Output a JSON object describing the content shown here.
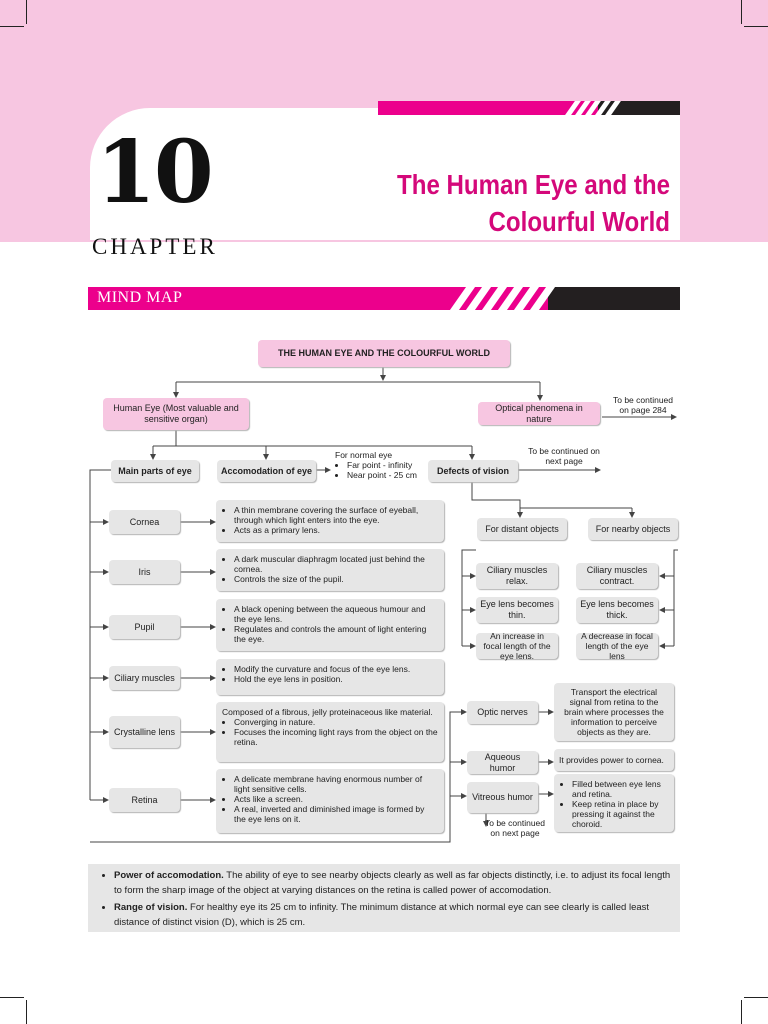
{
  "chapter": {
    "number": "10",
    "word": "CHAPTER",
    "title_line1": "The Human Eye and the",
    "title_line2": "Colourful World"
  },
  "section_label": "MIND MAP",
  "root": "THE HUMAN EYE AND THE COLOURFUL WORLD",
  "human_eye": "Human Eye (Most valuable and sensitive organ)",
  "optical": "Optical phenomena in nature",
  "cont_284": "To be continued on page 284",
  "main_parts": "Main parts of eye",
  "accomodation": "Accomodation of eye",
  "normal_eye": {
    "heading": "For normal eye",
    "points": [
      "Far point - infinity",
      "Near point - 25 cm"
    ]
  },
  "defects": "Defects of vision",
  "cont_next": "To be continued on next page",
  "parts": [
    {
      "name": "Cornea",
      "points": [
        "A thin membrane covering the surface of eyeball, through which light enters into the eye.",
        "Acts as a primary lens."
      ]
    },
    {
      "name": "Iris",
      "points": [
        "A dark muscular diaphragm located just behind the cornea.",
        "Controls the size of the pupil."
      ]
    },
    {
      "name": "Pupil",
      "points": [
        "A black opening between the aqueous humour and the eye lens.",
        "Regulates and controls the amount of light entering the eye."
      ]
    },
    {
      "name": "Ciliary muscles",
      "points": [
        "Modify the curvature and focus of the eye lens.",
        "Hold the eye lens in position."
      ]
    },
    {
      "name": "Crystalline lens",
      "intro": "Composed of a fibrous, jelly proteinaceous like material.",
      "points": [
        "Converging in nature.",
        "Focuses the incoming light rays from the object on the retina."
      ]
    },
    {
      "name": "Retina",
      "points": [
        "A delicate membrane having enormous number of light sensitive cells.",
        "Acts like a screen.",
        "A real, inverted and diminished image is formed by the eye lens on it."
      ]
    }
  ],
  "distant": {
    "heading": "For distant objects",
    "items": [
      "Ciliary muscles relax.",
      "Eye lens becomes thin.",
      "An increase in focal length of the eye lens."
    ]
  },
  "nearby": {
    "heading": "For nearby objects",
    "items": [
      "Ciliary muscles contract.",
      "Eye lens becomes thick.",
      "A decrease in focal length of the eye lens"
    ]
  },
  "optic_nerves": {
    "name": "Optic nerves",
    "desc": "Transport the electrical signal from retina to the brain where processes the information to perceive objects as they are."
  },
  "aqueous": {
    "name": "Aqueous humor",
    "desc": "It provides power to cornea."
  },
  "vitreous": {
    "name": "Vitreous humor",
    "points": [
      "Filled between eye lens and retina.",
      "Keep retina in place by pressing it against the choroid."
    ]
  },
  "cont_next2": "To be continued on next page",
  "notes": [
    {
      "term": "Power of accomodation.",
      "text": " The ability of eye to see nearby objects clearly as well as far objects distinctly, i.e. to adjust its focal length to form the sharp image of the object at varying distances on the retina is called power of accomodation."
    },
    {
      "term": "Range of vision.",
      "text": " For healthy eye its 25 cm to infinity. The minimum distance at which normal eye can see clearly is called least distance of distinct vision (D), which is 25 cm."
    }
  ],
  "colors": {
    "pink": "#ec008c",
    "light_pink": "#f7c6e1",
    "title": "#d4087a",
    "box_gray": "#e6e6e6"
  }
}
